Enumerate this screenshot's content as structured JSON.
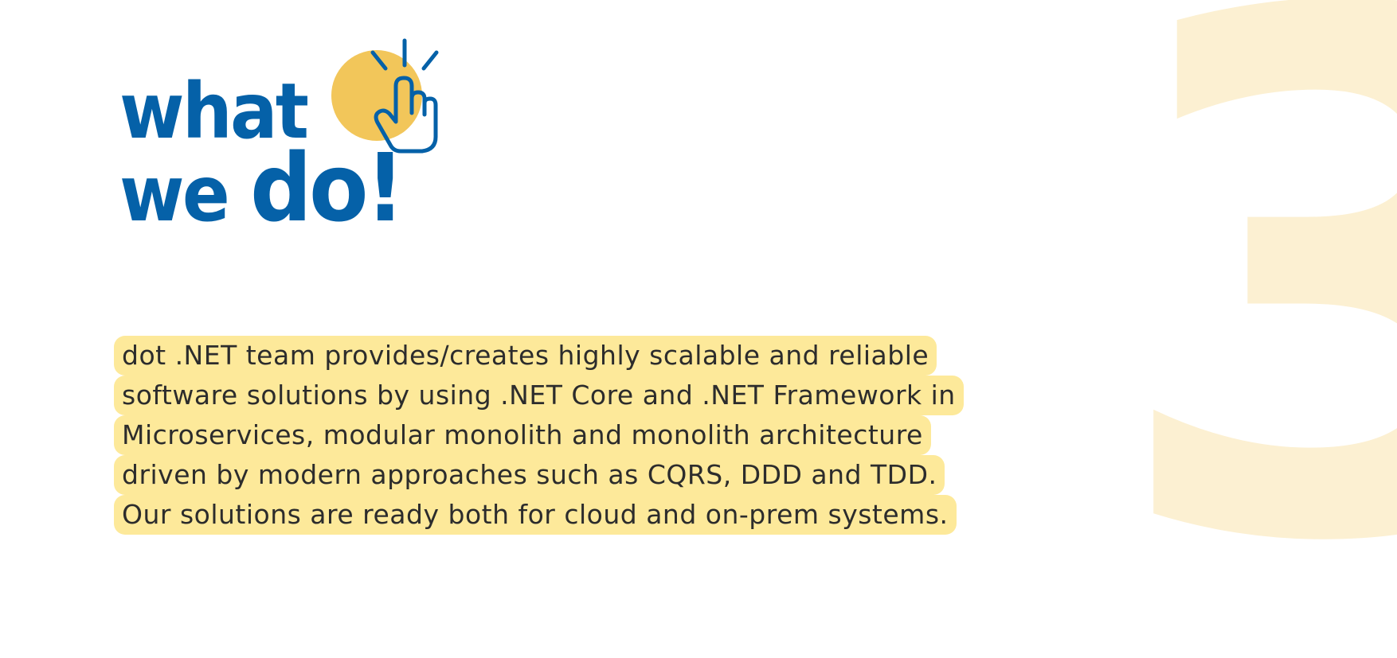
{
  "background_number": "3",
  "heading": {
    "line1": "what",
    "line2_prefix": "we ",
    "line2_accent": "do!"
  },
  "icon": {
    "name": "hand-pointer-icon",
    "circle_color": "#f2c65a",
    "stroke_color": "#0561a8"
  },
  "description": {
    "lines": [
      "dot .NET team provides/creates highly scalable and reliable",
      "software solutions by using .NET Core and .NET Framework in",
      "Microservices, modular monolith and monolith architecture",
      "driven by modern approaches such as CQRS, DDD and TDD.",
      "Our solutions are ready both for cloud and on-prem systems."
    ]
  },
  "colors": {
    "heading": "#0561a8",
    "highlight": "#fde99a",
    "big_number": "#fcf0d2",
    "text": "#2c2c2c"
  }
}
